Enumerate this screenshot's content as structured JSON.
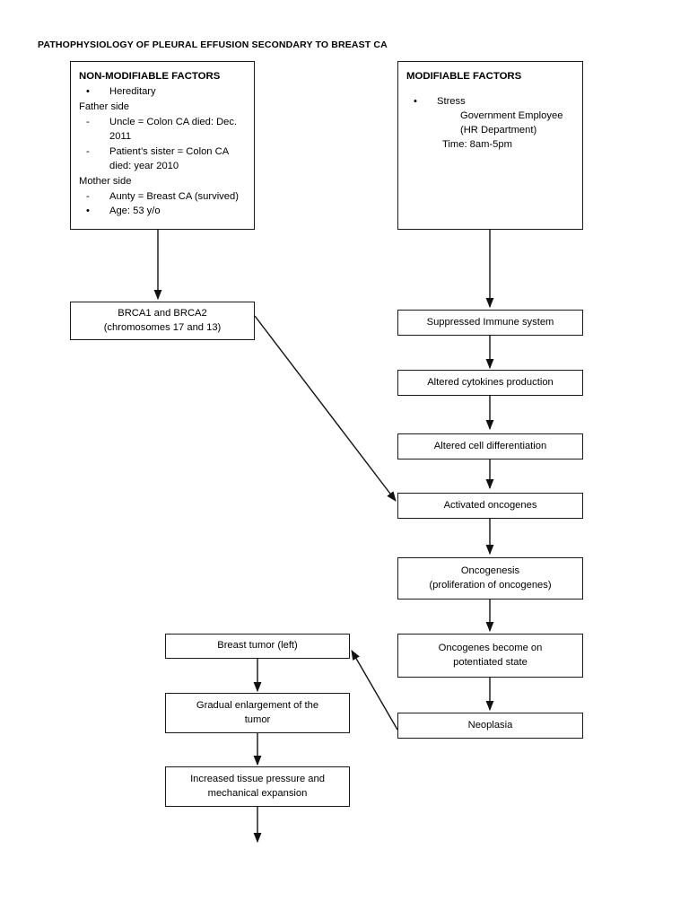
{
  "document": {
    "title": "PATHOPHYSIOLOGY OF PLEURAL EFFUSION SECONDARY TO BREAST CA"
  },
  "nodes": {
    "non_modifiable": {
      "heading": "NON-MODIFIABLE FACTORS",
      "bullet_hereditary": "Hereditary",
      "father_side_label": "Father side",
      "father_item_1": "Uncle = Colon CA died: Dec. 2011",
      "father_item_2": "Patient’s sister = Colon CA died: year 2010",
      "mother_side_label": "Mother side",
      "mother_item_1": "Aunty = Breast CA (survived)",
      "bullet_age": "Age: 53 y/o",
      "bullet_marker": "•",
      "dash_marker": "-"
    },
    "modifiable": {
      "heading": "MODIFIABLE FACTORS",
      "bullet_stress": "Stress",
      "detail_1": "Government Employee",
      "detail_2": "(HR Department)",
      "detail_3": "Time: 8am-5pm",
      "bullet_marker": "•"
    },
    "brca": {
      "line1": "BRCA1 and BRCA2",
      "line2": "(chromosomes 17 and 13)"
    },
    "suppressed_immune": {
      "label": "Suppressed Immune system"
    },
    "altered_cytokines": {
      "label": "Altered cytokines production"
    },
    "altered_cell_diff": {
      "label": "Altered cell differentiation"
    },
    "activated_oncogenes": {
      "label": "Activated oncogenes"
    },
    "oncogenesis": {
      "line1": "Oncogenesis",
      "line2": "(proliferation of oncogenes)"
    },
    "potentiated": {
      "line1": "Oncogenes become on",
      "line2": "potentiated state"
    },
    "neoplasia": {
      "label": "Neoplasia"
    },
    "breast_tumor": {
      "label": "Breast tumor (left)"
    },
    "gradual_enlargement": {
      "line1": "Gradual enlargement of the",
      "line2": "tumor"
    },
    "increased_pressure": {
      "line1": "Increased tissue pressure and",
      "line2": "mechanical expansion"
    }
  },
  "edges": [
    {
      "name": "non-modifiable-to-brca",
      "from": "non_modifiable",
      "to": "brca",
      "kind": "vertical-arrow"
    },
    {
      "name": "modifiable-to-suppressed-immune",
      "from": "modifiable",
      "to": "suppressed_immune",
      "kind": "vertical-arrow"
    },
    {
      "name": "brca-to-activated-oncogenes",
      "from": "brca",
      "to": "activated_oncogenes",
      "kind": "diagonal-arrow"
    },
    {
      "name": "suppressed-immune-to-altered-cytokines",
      "from": "suppressed_immune",
      "to": "altered_cytokines",
      "kind": "vertical-arrow"
    },
    {
      "name": "altered-cytokines-to-altered-cell-diff",
      "from": "altered_cytokines",
      "to": "altered_cell_diff",
      "kind": "vertical-arrow"
    },
    {
      "name": "altered-cell-diff-to-activated-oncogenes",
      "from": "altered_cell_diff",
      "to": "activated_oncogenes",
      "kind": "vertical-arrow"
    },
    {
      "name": "activated-oncogenes-to-oncogenesis",
      "from": "activated_oncogenes",
      "to": "oncogenesis",
      "kind": "vertical-arrow"
    },
    {
      "name": "oncogenesis-to-potentiated",
      "from": "oncogenesis",
      "to": "potentiated",
      "kind": "vertical-arrow"
    },
    {
      "name": "potentiated-to-neoplasia",
      "from": "potentiated",
      "to": "neoplasia",
      "kind": "vertical-arrow"
    },
    {
      "name": "neoplasia-to-breast-tumor",
      "from": "neoplasia",
      "to": "breast_tumor",
      "kind": "diagonal-arrow"
    },
    {
      "name": "breast-tumor-to-gradual-enlargement",
      "from": "breast_tumor",
      "to": "gradual_enlargement",
      "kind": "vertical-arrow"
    },
    {
      "name": "gradual-enlargement-to-increased-pressure",
      "from": "gradual_enlargement",
      "to": "increased_pressure",
      "kind": "vertical-arrow"
    },
    {
      "name": "increased-pressure-to-continuation",
      "from": "increased_pressure",
      "to": null,
      "kind": "vertical-arrow-dangling"
    }
  ],
  "style": {
    "stroke_color": "#1a1a1a",
    "background": "#ffffff",
    "text_color": "#000000"
  }
}
